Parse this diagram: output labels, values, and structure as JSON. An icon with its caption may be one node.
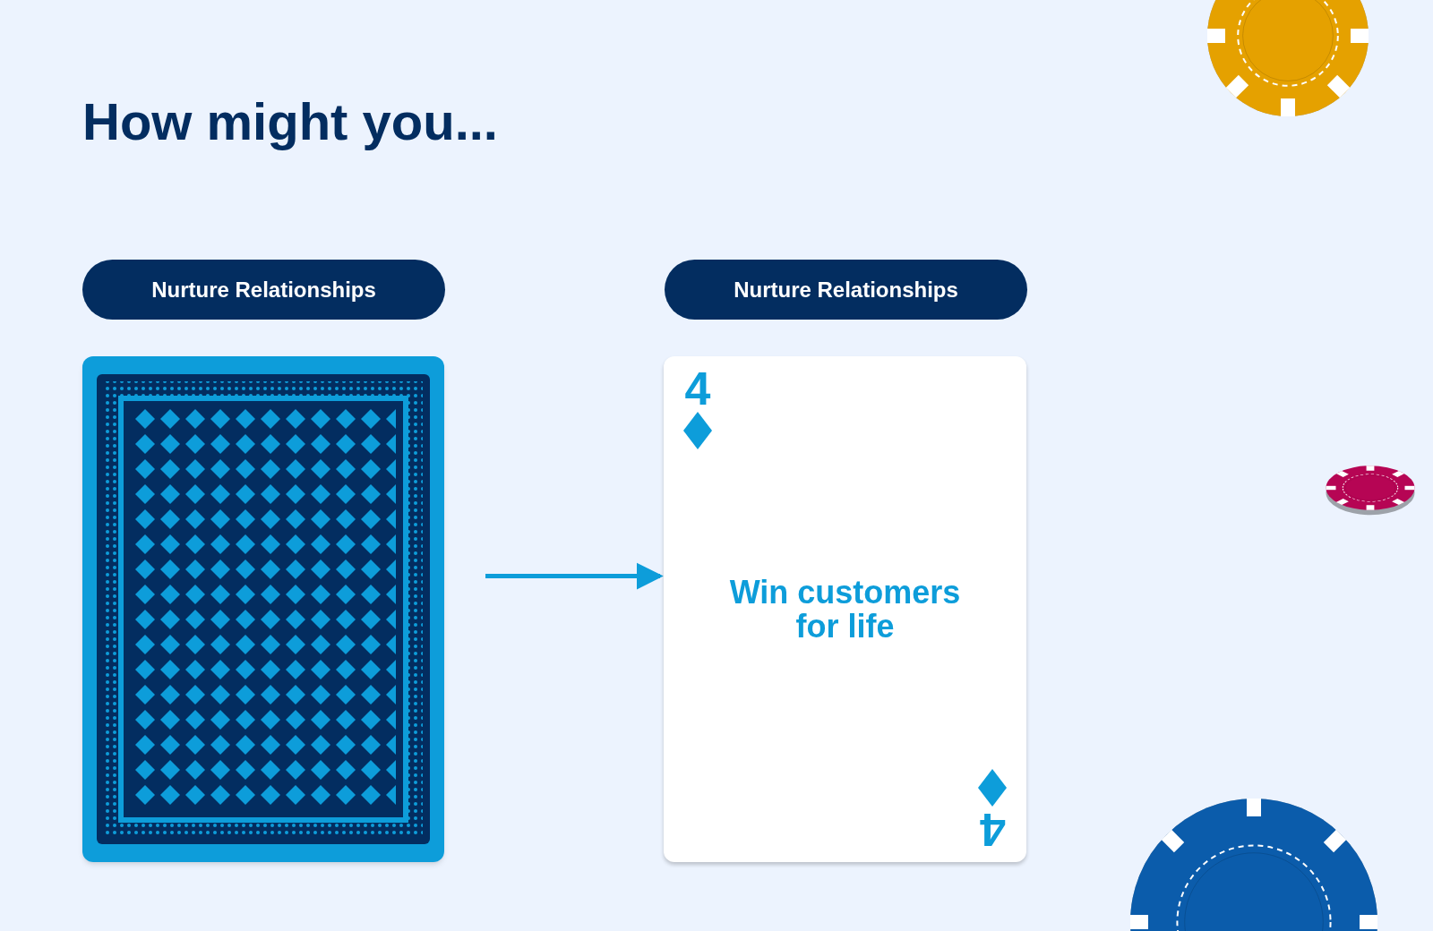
{
  "diagram": {
    "title": "How might you...",
    "nodes": [
      {
        "text": [
          "Nurture Relationships"
        ]
      },
      {
        "text": [
          "Nurture Relationships"
        ]
      },
      {
        "text": [],
        "shape": "picture"
      },
      {
        "text": [
          "4",
          "Win customers for life",
          "4"
        ]
      }
    ],
    "edges": [
      {
        "from": 2,
        "to": 3,
        "arrow": "to"
      }
    ]
  }
}
